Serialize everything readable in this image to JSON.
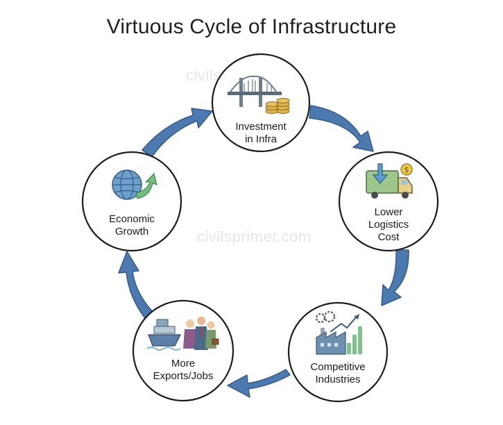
{
  "title": "Virtuous Cycle of Infrastructure",
  "watermark": "civilsprimer.com",
  "colors": {
    "arrow": "#4a7ab0",
    "arrow_dark": "#34598a",
    "circle_border": "#1a1a1a"
  },
  "nodes": [
    {
      "label_lines": [
        "Investment",
        "in Infra"
      ],
      "icon": "bridge-coins-icon"
    },
    {
      "label_lines": [
        "Lower",
        "Logistics",
        "Cost"
      ],
      "icon": "delivery-truck-icon"
    },
    {
      "label_lines": [
        "Competitive",
        "Industries"
      ],
      "icon": "factory-growth-icon"
    },
    {
      "label_lines": [
        "More",
        "Exports/Jobs"
      ],
      "icon": "ship-workers-icon"
    },
    {
      "label_lines": [
        "Economic",
        "Growth"
      ],
      "icon": "globe-arrow-icon"
    }
  ]
}
